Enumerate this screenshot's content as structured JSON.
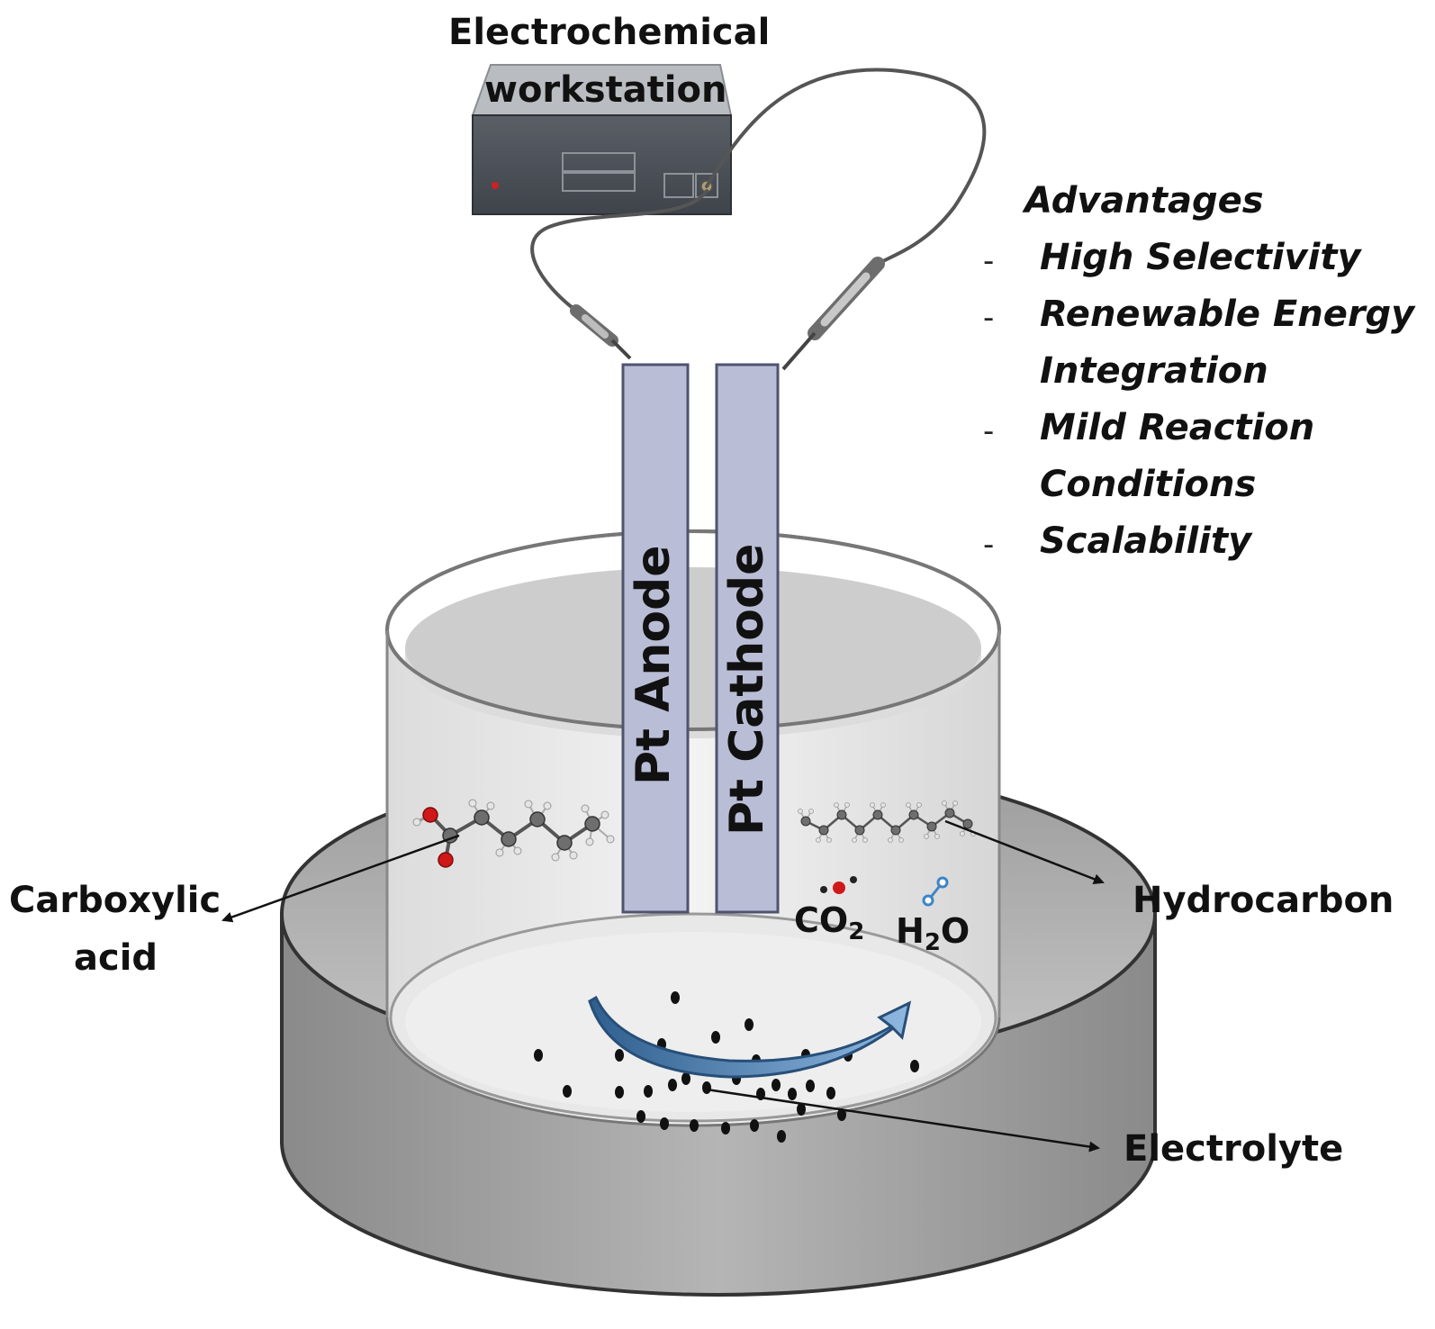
{
  "workstation": {
    "label_line1": "Electrochemical",
    "label_line2": "workstation"
  },
  "electrodes": {
    "anode": "Pt Anode",
    "cathode": "Pt Cathode"
  },
  "advantages": {
    "title": "Advantages",
    "items": [
      {
        "lines": [
          "High Selectivity"
        ]
      },
      {
        "lines": [
          "Renewable Energy",
          "Integration"
        ]
      },
      {
        "lines": [
          "Mild Reaction",
          "Conditions"
        ]
      },
      {
        "lines": [
          "Scalability"
        ]
      }
    ]
  },
  "labels": {
    "carboxylic_line1": "Carboxylic",
    "carboxylic_line2": "acid",
    "hydrocarbon": "Hydrocarbon",
    "electrolyte": "Electrolyte"
  },
  "products": {
    "co2_main": "CO",
    "co2_sub": "2",
    "h2o_pre": "H",
    "h2o_sub": "2",
    "h2o_post": "O"
  },
  "colors": {
    "electrode_fill": "#b9bdd6",
    "electrode_stroke": "#4f536e",
    "oxygen_atom": "#d01818",
    "carbon_atom": "#6e6e6e",
    "water_atom": "#3d85c6",
    "flow_arrow": "#4a78a8"
  }
}
